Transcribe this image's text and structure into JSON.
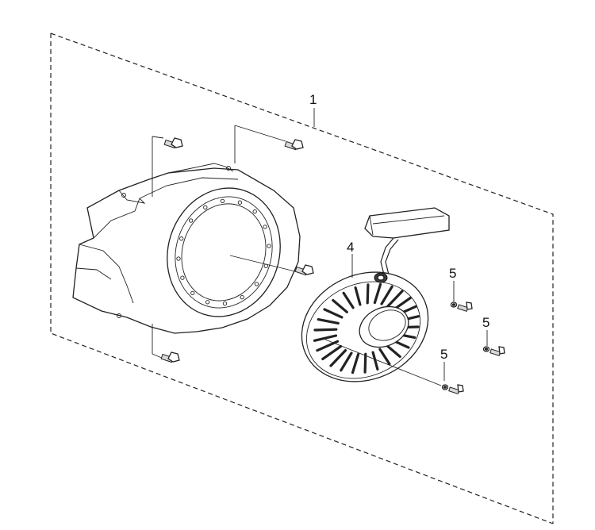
{
  "callouts": {
    "assembly": "1",
    "recoil_starter": "4",
    "bolt_a": "5",
    "bolt_b": "5",
    "bolt_c": "5"
  },
  "colors": {
    "line": "#222222",
    "background": "#ffffff"
  }
}
